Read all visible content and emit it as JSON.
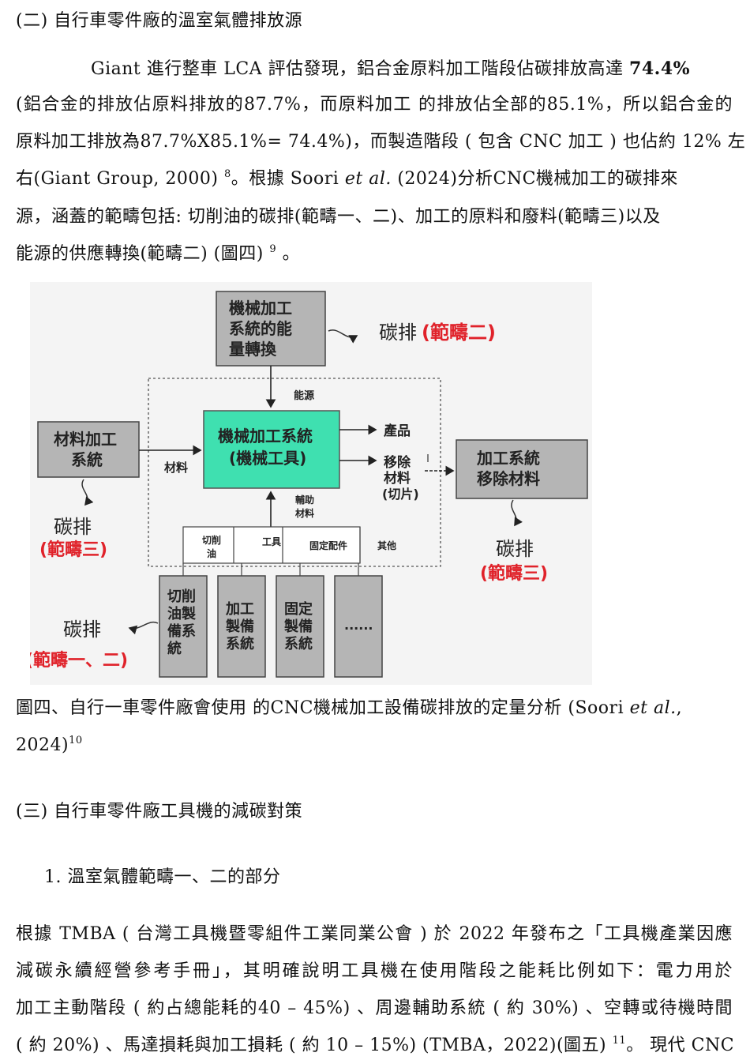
{
  "section2": {
    "heading": "(二) 自行車零件廠的溫室氣體排放源",
    "p1_line1": {
      "pre": "Giant 進行整車 LCA 評估發現，鋁合金原料加工階段佔碳排放高達 ",
      "bold": "74.4%"
    },
    "p1_line2": "(鋁合金的排放佔原料排放的87.7%，而原料加工 的排放佔全部的85.1%，所以鋁合金的",
    "p1_line3": "原料加工排放為87.7%X85.1%= 74.4%)，而製造階段 ( 包含 CNC 加工 ) 也佔約 12% 左",
    "p1_line4": {
      "pre": "右(Giant Group, 2000) ",
      "sup": "8",
      "mid": "。根據 Soori ",
      "italic": "et al.",
      "post": " (2024)分析CNC機械加工的碳排來"
    },
    "p1_line5": "源，涵蓋的範疇包括: 切削油的碳排(範疇一、二)、加工的原料和廢料(範疇三)以及",
    "p1_line6": {
      "pre": "能源的供應轉換(範疇二) (圖四) ",
      "sup": "9",
      "post": " 。"
    }
  },
  "figure": {
    "energy_conversion_box": [
      "機械加工",
      "系統的能",
      "量轉換"
    ],
    "energy_emission": {
      "label": "碳排",
      "scope": "(範疇二)"
    },
    "energy_label": "能源",
    "material_box": [
      "材料加工",
      "系統"
    ],
    "material_label": "材料",
    "material_emission": {
      "label": "碳排",
      "scope": "(範疇三)"
    },
    "main_box": [
      "機械加工系統",
      "(機械工具)"
    ],
    "product_label": "產品",
    "removed_label": [
      "移除",
      "材料",
      "(切片)"
    ],
    "removal_box": [
      "加工系統",
      "移除材料"
    ],
    "removal_emission": {
      "label": "碳排",
      "scope": "(範疇三)"
    },
    "aux_label": [
      "輔助",
      "材料"
    ],
    "aux_items": [
      [
        "切削",
        "油"
      ],
      [
        "工具"
      ],
      [
        "固定配件"
      ],
      [
        "其他"
      ]
    ],
    "bottom_boxes": [
      [
        "切削",
        "油製",
        "備系",
        "統"
      ],
      [
        "加工",
        "製備",
        "系統"
      ],
      [
        "固定",
        "製備",
        "系統"
      ],
      [
        "......"
      ]
    ],
    "bottom_emission": {
      "label": "碳排",
      "scope": "(範疇一、二)"
    },
    "colors": {
      "main_box": "#3fe0b0",
      "grey_box": "#b5b5b5",
      "scope_red": "#e0222a"
    }
  },
  "caption": {
    "line1_pre": "圖四、自行一車零件廠會使用 的CNC機械加工設備碳排放的定量分析 (Soori ",
    "line1_italic": "et al.",
    "line1_post": ",",
    "line2": "2024)",
    "line2_sup": "10"
  },
  "section3": {
    "heading": "(三) 自行車零件廠工具機的減碳對策",
    "item1": "1.  溫室氣體範疇一、二的部分",
    "p_line1": "根據 TMBA ( 台灣工具機暨零組件工業同業公會 ) 於 2022 年發布之「工具機產業因應",
    "p_line2": "減碳永續經營參考手冊」，其明確說明工具機在使用階段之能耗比例如下：電力用於",
    "p_line3": "加工主動階段 ( 約占總能耗的40 – 45%) 、周邊輔助系統 ( 約 30%) 、空轉或待機時間",
    "p_line4": {
      "pre": "( 約 20%) 、馬達損耗與加工損耗 ( 約 10 – 15%) (TMBA，2022)(圖五) ",
      "sup": "11",
      "post": "。 現代 CNC"
    }
  }
}
